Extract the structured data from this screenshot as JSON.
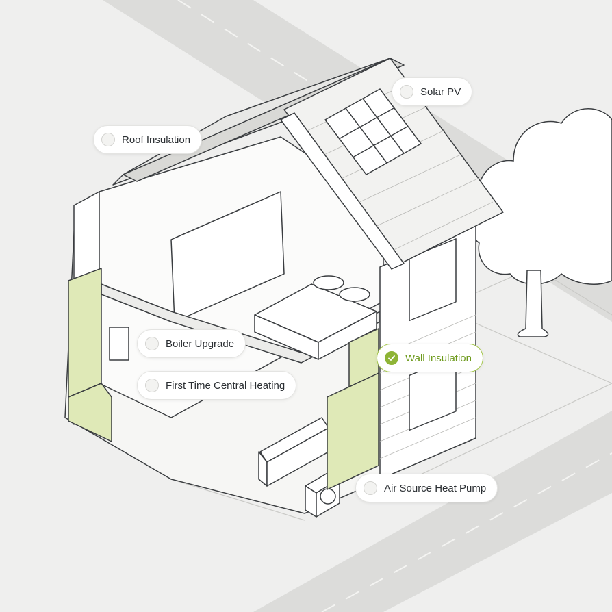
{
  "options": [
    {
      "key": "solar",
      "label": "Solar PV",
      "selected": false
    },
    {
      "key": "roof",
      "label": "Roof Insulation",
      "selected": false
    },
    {
      "key": "boiler",
      "label": "Boiler Upgrade",
      "selected": false
    },
    {
      "key": "wall",
      "label": "Wall Insulation",
      "selected": true
    },
    {
      "key": "heating",
      "label": "First Time Central Heating",
      "selected": false
    },
    {
      "key": "heatpump",
      "label": "Air Source Heat Pump",
      "selected": false
    }
  ],
  "colors": {
    "background": "#efefee",
    "road": "#dcdcda",
    "outline": "#3a3d40",
    "highlight_fill": "#dfe9b7",
    "selected_accent": "#8eb436",
    "selected_text": "#6d9a1c"
  },
  "icons": {
    "selected_check": "check-icon"
  }
}
